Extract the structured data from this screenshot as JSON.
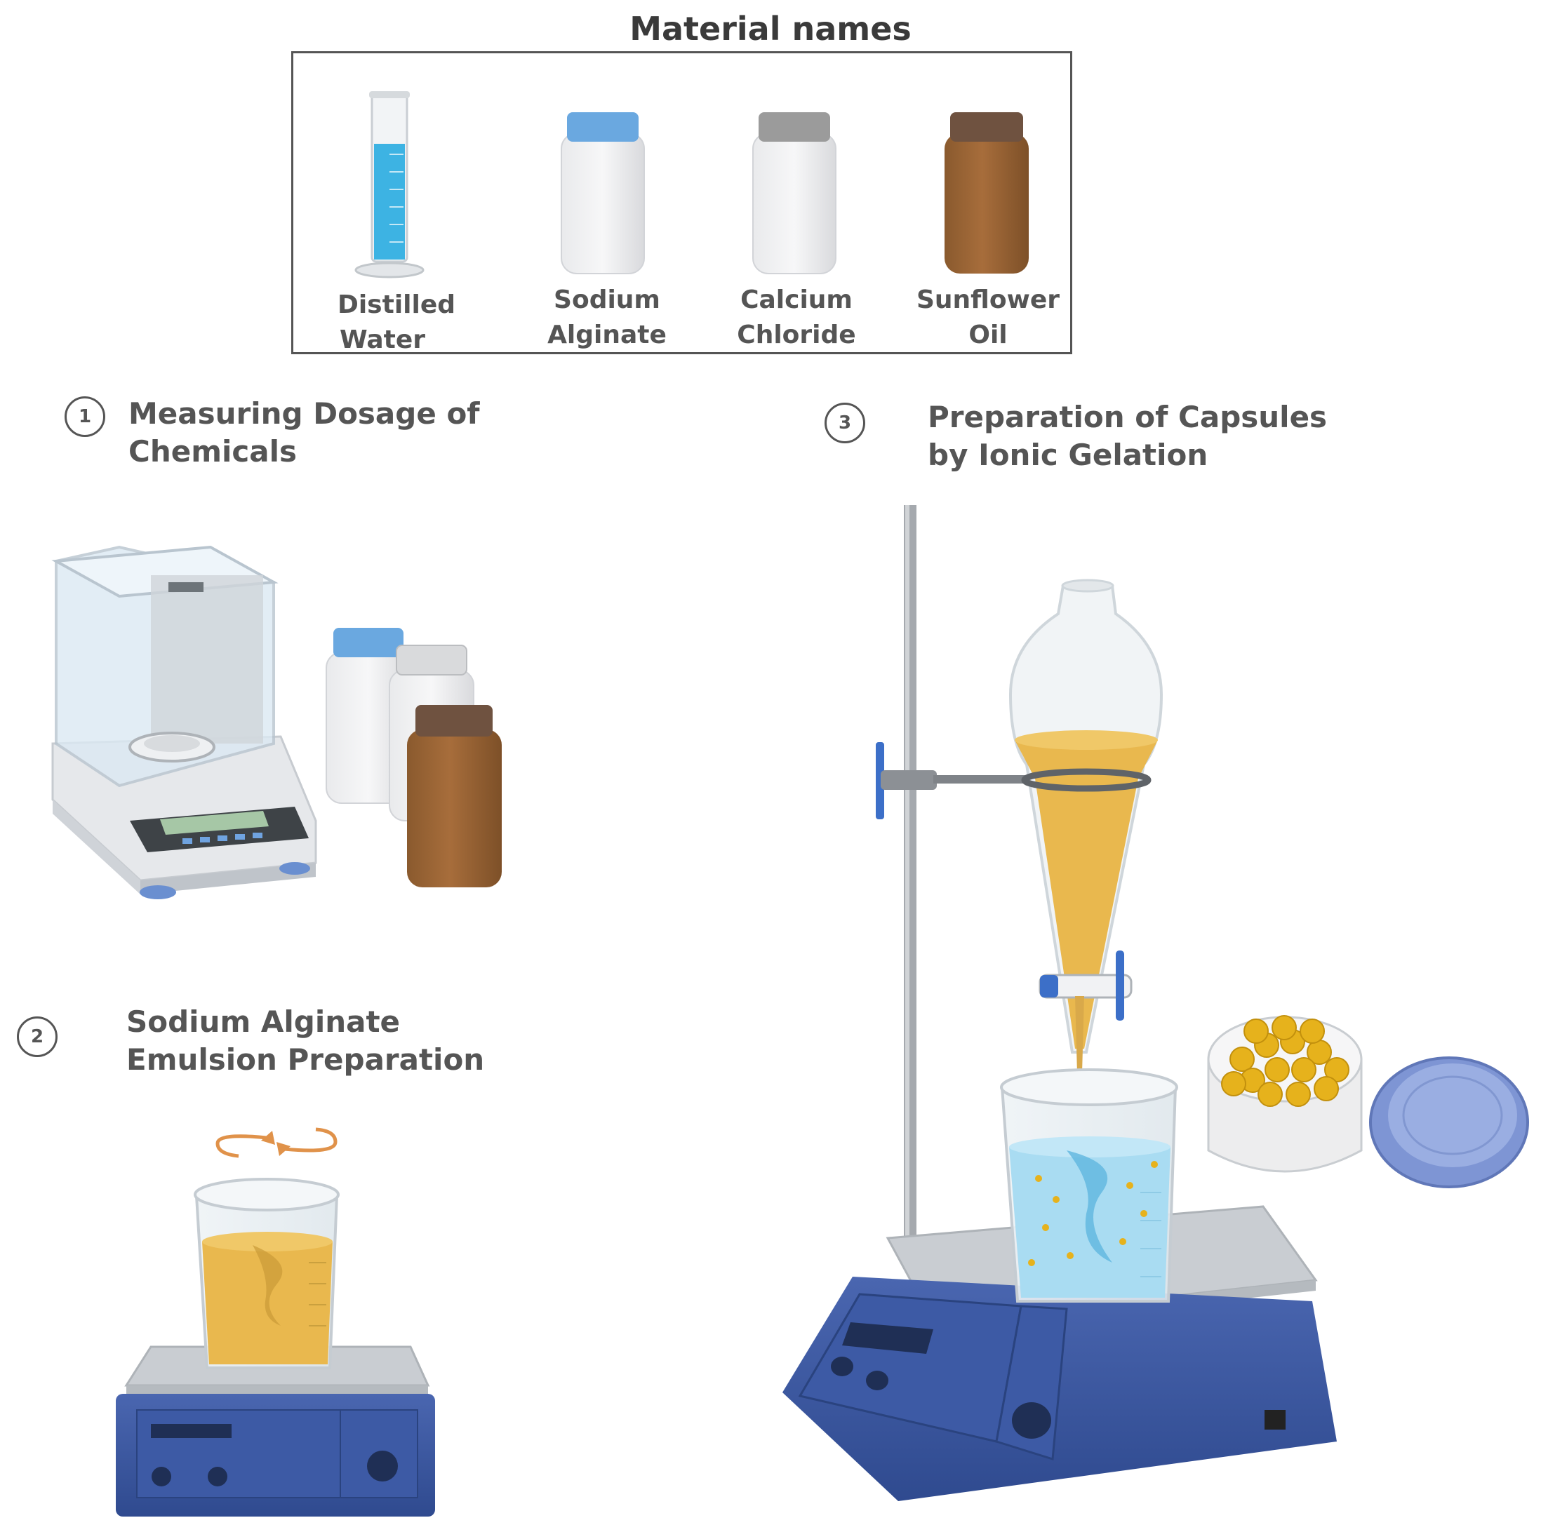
{
  "legend": {
    "title": "Material names",
    "materials": [
      {
        "line1": "Distilled",
        "line2": "Water",
        "icon": "graduated-cylinder-icon"
      },
      {
        "line1": "Sodium",
        "line2": "Alginate",
        "icon": "blue-cap-bottle-icon"
      },
      {
        "line1": "Calcium",
        "line2": "Chloride",
        "icon": "gray-cap-bottle-icon"
      },
      {
        "line1": "Sunflower",
        "line2": "Oil",
        "icon": "brown-bottle-icon"
      }
    ]
  },
  "steps": [
    {
      "number": "1",
      "line1": "Measuring Dosage of",
      "line2": "Chemicals"
    },
    {
      "number": "2",
      "line1": "Sodium Alginate",
      "line2": "Emulsion Preparation"
    },
    {
      "number": "3",
      "line1": "Preparation of Capsules",
      "line2": "by Ionic Gelation"
    }
  ],
  "colors": {
    "water": "#3db3e3",
    "alginate_cap": "#6aa8e0",
    "chloride_cap": "#9b9b9b",
    "oil_bottle": "#9a6435",
    "emulsion": "#e9b84e",
    "stirrer": "#3c58a3",
    "capsules": "#e6b21c"
  }
}
